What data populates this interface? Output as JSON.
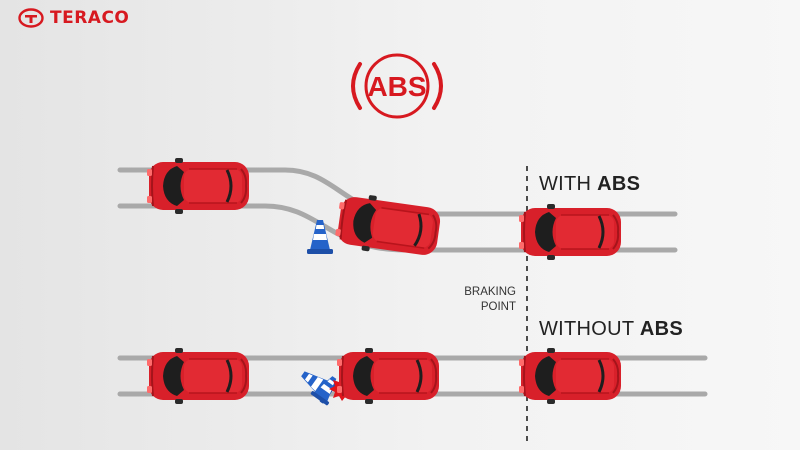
{
  "brand": {
    "name": "TERACO",
    "color": "#d71920"
  },
  "badge": {
    "text": "ABS",
    "color": "#d71920"
  },
  "labels": {
    "with_prefix": "WITH",
    "with_bold": "ABS",
    "without_prefix": "WITHOUT",
    "without_bold": "ABS",
    "braking_line1": "BRAKING",
    "braking_line2": "POINT"
  },
  "colors": {
    "car": "#d8202a",
    "road": "#a9a9a9",
    "cone": "#2563c9",
    "text": "#222222"
  },
  "icons": [
    "teraco-logo-icon",
    "abs-warning-icon",
    "traffic-cone-icon",
    "crash-burst-icon"
  ]
}
